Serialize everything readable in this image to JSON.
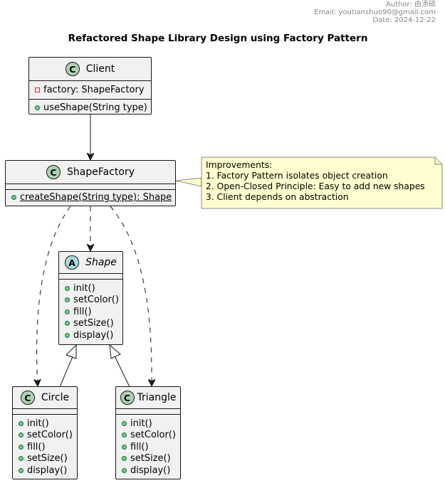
{
  "header": {
    "author": "Author: 由添硕",
    "email": "Email: youtianshuo90@gmail.com",
    "date": "Date: 2024-12-22"
  },
  "title": "Refactored Shape Library Design using Factory Pattern",
  "colors": {
    "class_fill": "#f1f1f1",
    "border": "#181818",
    "class_stereotype": "#add1b2",
    "abstract_stereotype": "#a9dcdf",
    "note_fill": "#fefece",
    "public_dot": "#84be84",
    "private_marker": "#c82930"
  },
  "classes": {
    "client": {
      "stereotype": "C",
      "name": "Client",
      "field": "factory: ShapeFactory",
      "method": "useShape(String type)"
    },
    "shape_factory": {
      "stereotype": "C",
      "name": "ShapeFactory",
      "method": "createShape(String type): Shape"
    },
    "shape": {
      "stereotype": "A",
      "name": "Shape",
      "methods": [
        "init()",
        "setColor()",
        "fill()",
        "setSize()",
        "display()"
      ]
    },
    "circle": {
      "stereotype": "C",
      "name": "Circle",
      "methods": [
        "init()",
        "setColor()",
        "fill()",
        "setSize()",
        "display()"
      ]
    },
    "triangle": {
      "stereotype": "C",
      "name": "Triangle",
      "methods": [
        "init()",
        "setColor()",
        "fill()",
        "setSize()",
        "display()"
      ]
    }
  },
  "note": {
    "lines": [
      "Improvements:",
      "1. Factory Pattern isolates object creation",
      "2. Open-Closed Principle: Easy to add new shapes",
      "3. Client depends on abstraction"
    ]
  }
}
